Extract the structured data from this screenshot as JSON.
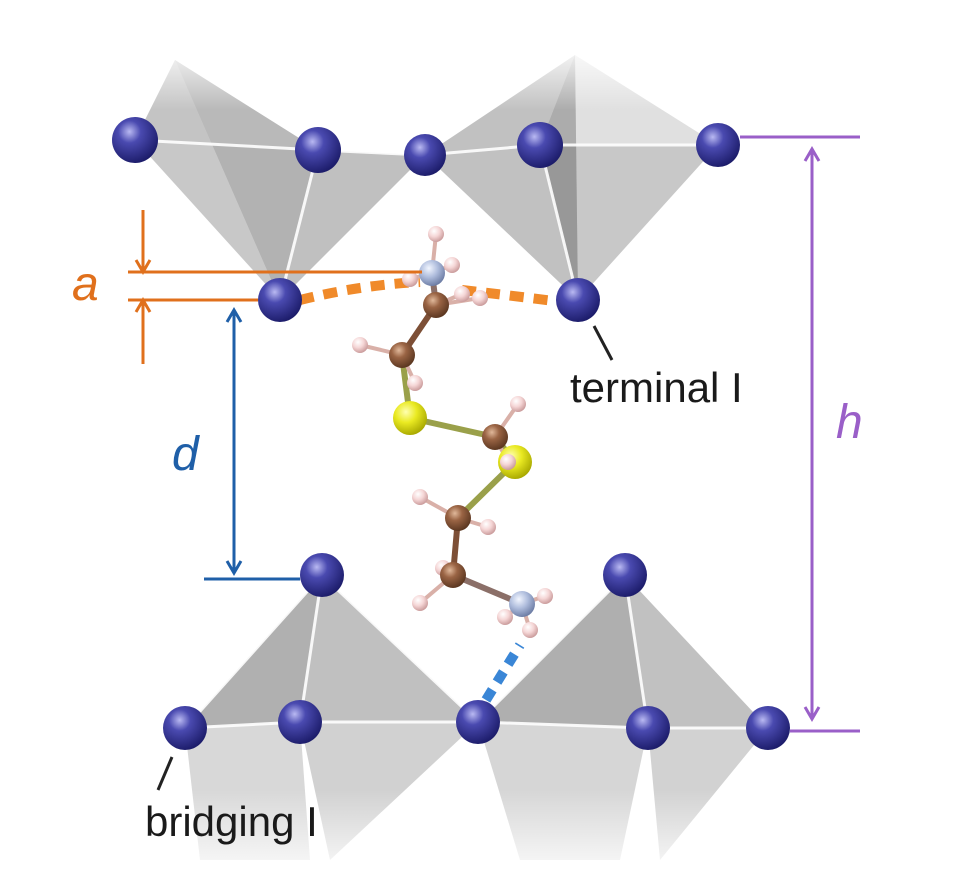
{
  "labels": {
    "a": "a",
    "d": "d",
    "h": "h",
    "terminal": "terminal I",
    "bridging": "bridging I"
  },
  "colors": {
    "iodine": "#2a2a8c",
    "octahedron": "#8a8a8a",
    "carbon": "#8a5a3c",
    "nitrogen": "#a9b8d6",
    "hydrogen": "#f3d0d0",
    "sulfur": "#e3e31c",
    "a_marker": "#e0701c",
    "d_marker": "#1f5fa8",
    "h_marker": "#9a5fc8",
    "hbond_orange": "#f08a2a",
    "hbond_blue": "#3a86d6"
  }
}
